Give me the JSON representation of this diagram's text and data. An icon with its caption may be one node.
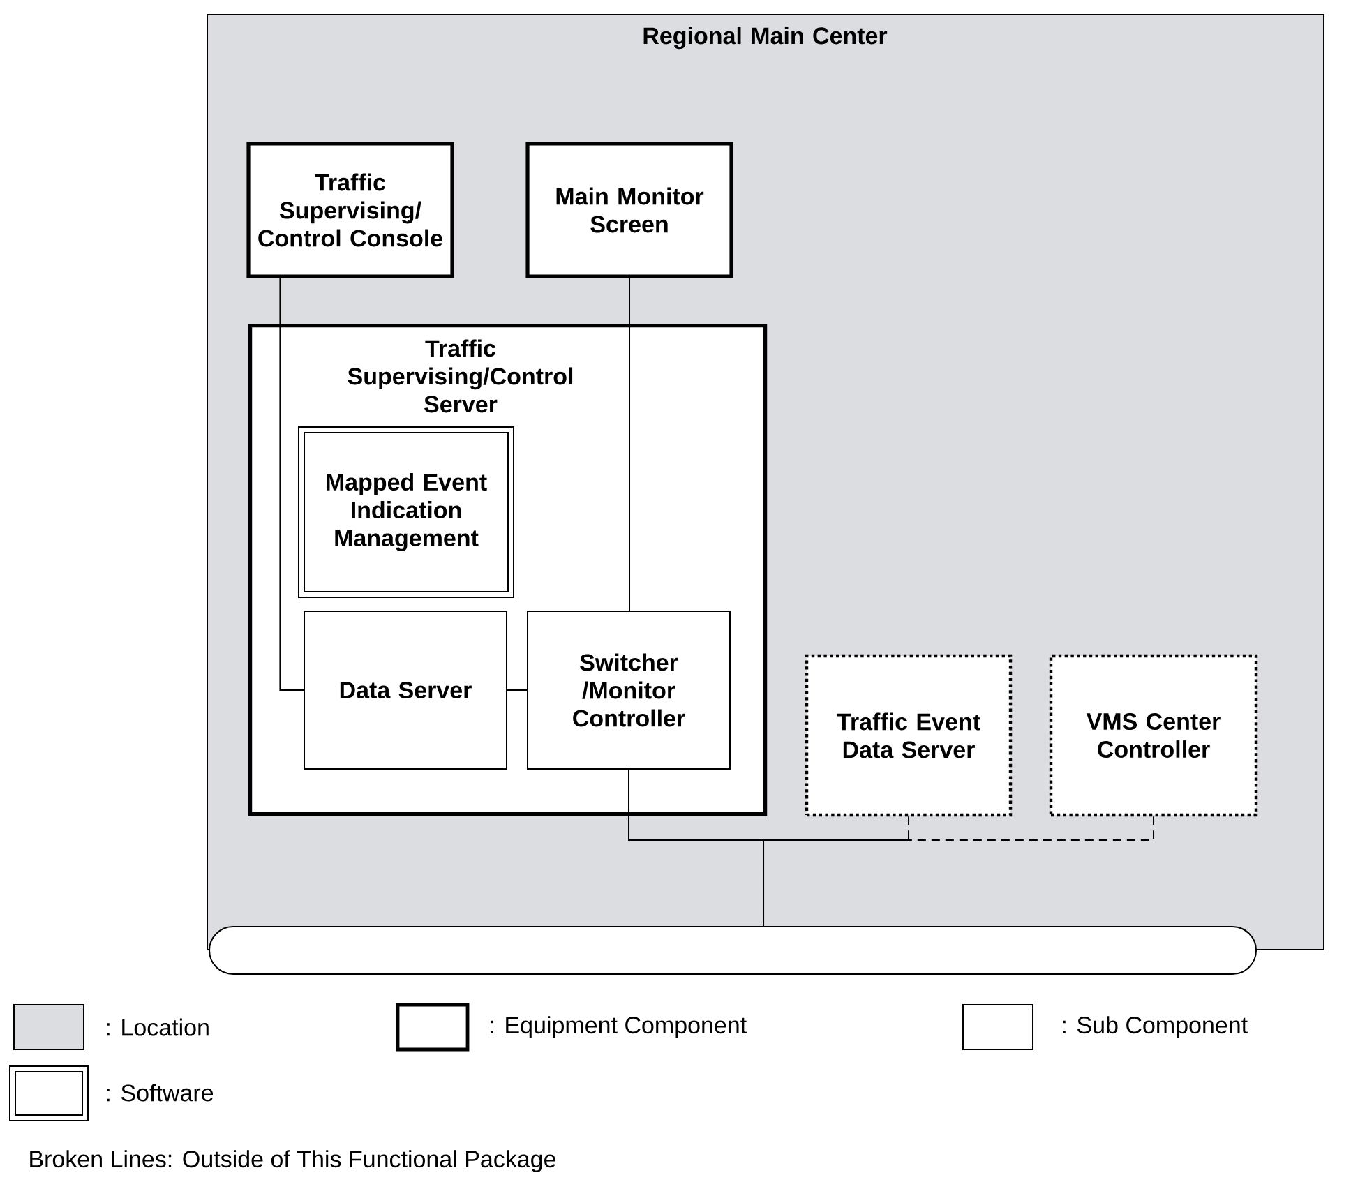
{
  "diagram": {
    "nodes": [
      {
        "text": [
          "Regional Main Center"
        ]
      },
      {
        "text": [
          "Traffic Supervising/ Control Console"
        ],
        "in": 0
      },
      {
        "text": [
          "Main Monitor Screen"
        ],
        "in": 0
      },
      {
        "text": [
          "Traffic Supervising/Control Server"
        ],
        "in": 0
      },
      {
        "text": [
          "Mapped Event Indication Management"
        ],
        "in": 3
      },
      {
        "text": [
          "Data Server"
        ],
        "in": 3
      },
      {
        "text": [
          "Switcher /Monitor Controller"
        ],
        "in": 3
      },
      {
        "text": [
          "Traffic Event Data Server"
        ],
        "in": 0
      },
      {
        "text": [
          "VMS Center Controller"
        ],
        "in": 0
      },
      {
        "text": [],
        "shape": "bar"
      }
    ],
    "edges": [
      {
        "from": 1,
        "to": 5,
        "arrow": "none"
      },
      {
        "from": 2,
        "to": 6,
        "arrow": "none"
      },
      {
        "from": 5,
        "to": 6,
        "arrow": "none"
      },
      {
        "from": 7,
        "to": 9,
        "arrow": "none",
        "style": "dashed"
      },
      {
        "from": 8,
        "to": 9,
        "arrow": "none",
        "style": "dashed"
      },
      {
        "from": 6,
        "to": 9,
        "arrow": "none"
      }
    ],
    "labels": [
      "Broken Lines: Outside of This Functional Package"
    ],
    "legend": [
      {
        "text": ": Location",
        "color": "#dcdde0"
      },
      {
        "text": ": Equipment Component"
      },
      {
        "text": ": Sub Component"
      },
      {
        "text": ": Software"
      }
    ]
  }
}
